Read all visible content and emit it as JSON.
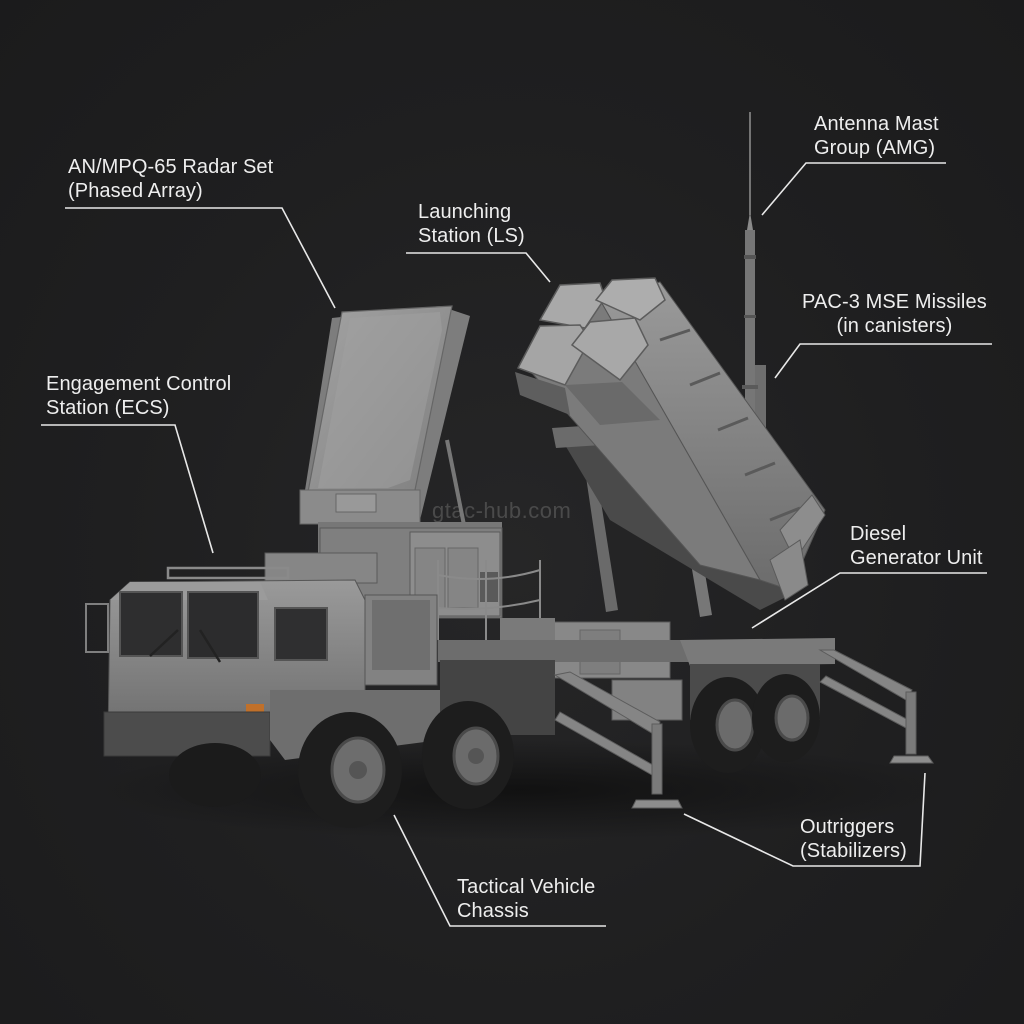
{
  "diagram": {
    "subject": "Patriot air defense system components",
    "background_color": "#1f1f20",
    "label_color": "#eeeeee",
    "vehicle_color": "#8a8a8a",
    "watermark": "gtac-hub.com",
    "labels": [
      {
        "id": "radar",
        "line1": "AN/MPQ-65 Radar Set",
        "line2": "(Phased Array)"
      },
      {
        "id": "launcher",
        "line1": "Launching",
        "line2": "Station (LS)"
      },
      {
        "id": "mast",
        "line1": "Antenna Mast",
        "line2": "Group (AMG)"
      },
      {
        "id": "missiles",
        "line1": "PAC-3 MSE Missiles",
        "line2": "(in canisters)"
      },
      {
        "id": "ecs",
        "line1": "Engagement Control",
        "line2": "Station (ECS)"
      },
      {
        "id": "generator",
        "line1": "Diesel",
        "line2": "Generator Unit"
      },
      {
        "id": "outriggers",
        "line1": "Outriggers",
        "line2": "(Stabilizers)"
      },
      {
        "id": "chassis",
        "line1": "Tactical Vehicle",
        "line2": "Chassis"
      }
    ]
  }
}
